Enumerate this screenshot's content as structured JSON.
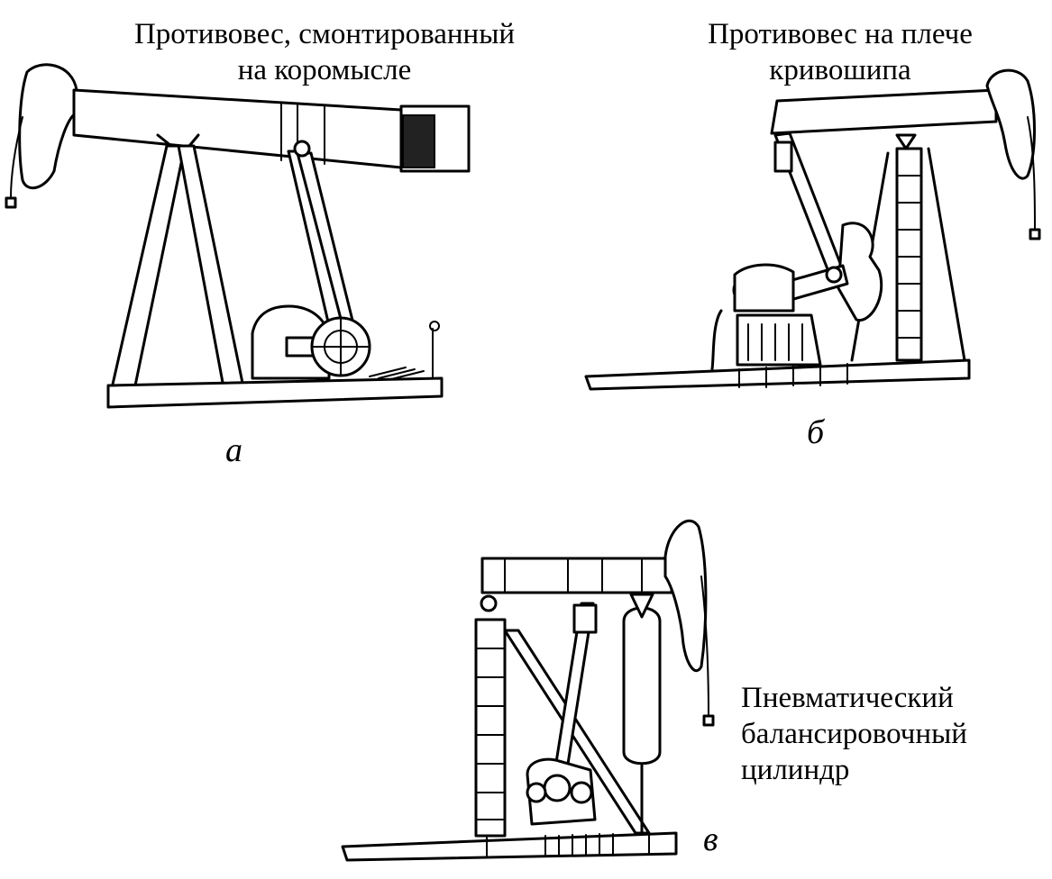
{
  "captions": {
    "a": {
      "line1": "Противовес, смонтированный",
      "line2": "на коромысле"
    },
    "b": {
      "line1": "Противовес на плече",
      "line2": "кривошипа"
    },
    "v": {
      "line1": "Пневматический",
      "line2": "балансировочный",
      "line3": "цилиндр"
    }
  },
  "labels": {
    "a": "а",
    "b": "б",
    "v": "в"
  }
}
